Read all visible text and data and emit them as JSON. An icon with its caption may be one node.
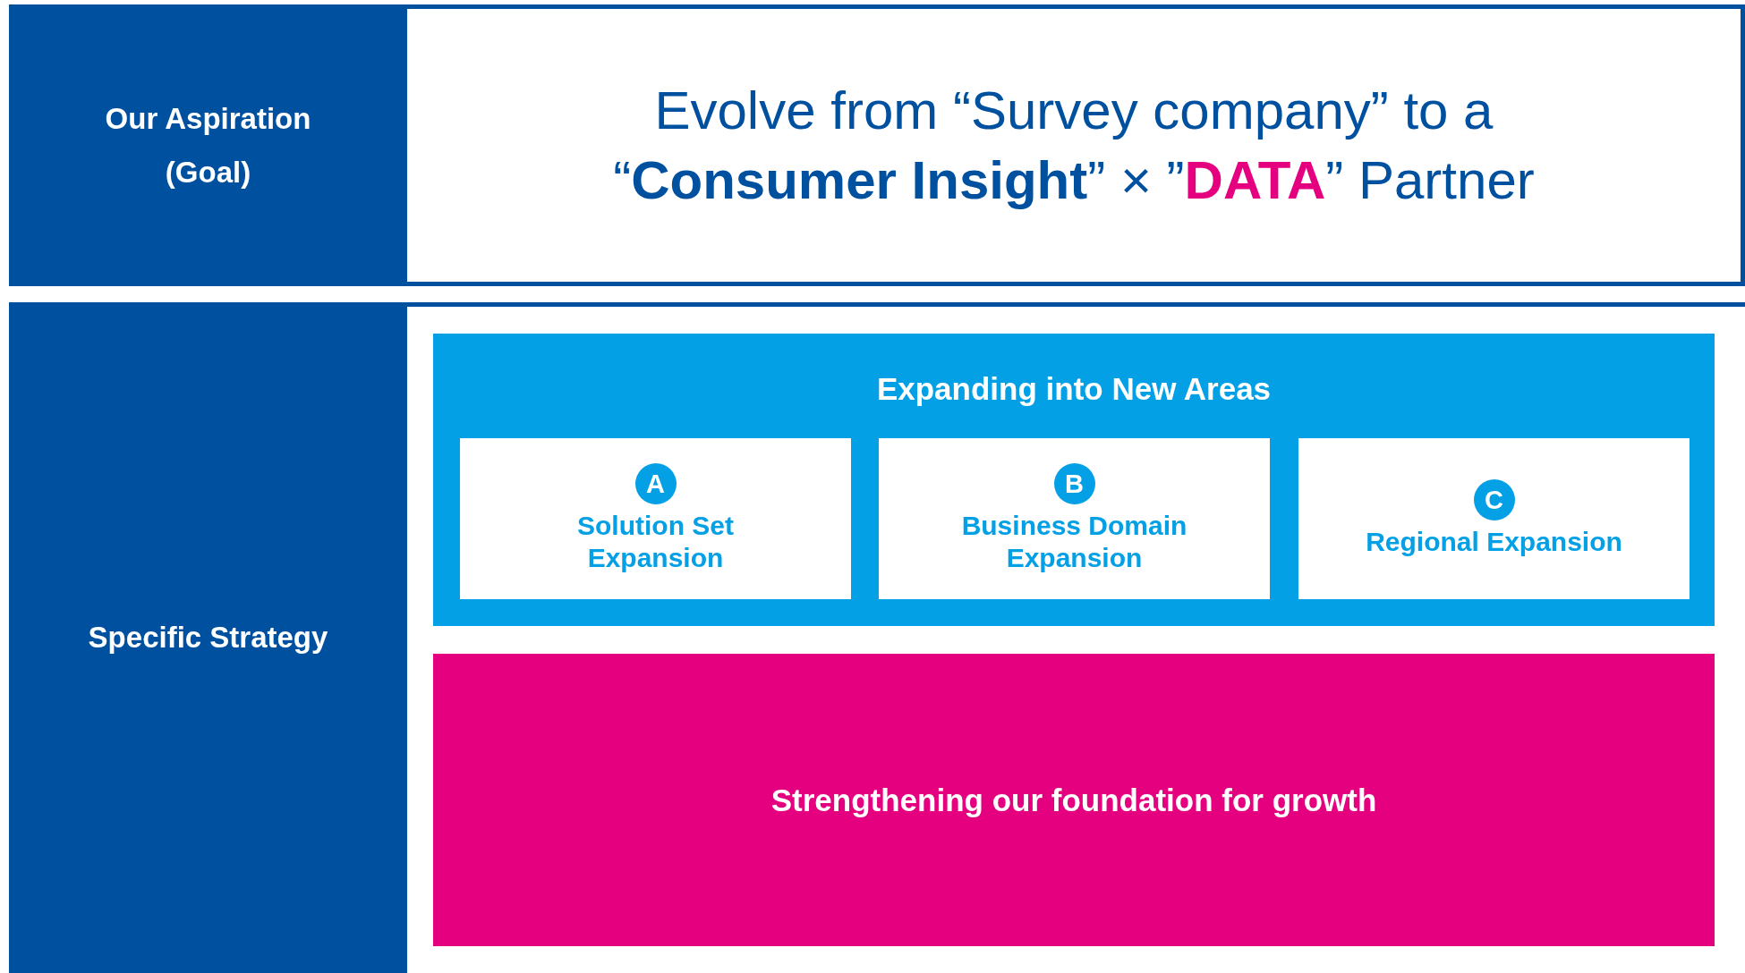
{
  "diagram": {
    "nodes": [
      {
        "text": [
          "Our Aspiration (Goal)"
        ]
      },
      {
        "text": [
          "Evolve from “Survey company” to a “**Consumer Insight**” × ”**DATA**” Partner"
        ]
      },
      {
        "text": [
          "Specific Strategy"
        ]
      },
      {
        "text": [
          "Expanding into New Areas"
        ]
      },
      {
        "text": [
          "A",
          "Solution Set Expansion"
        ],
        "in": 3
      },
      {
        "text": [
          "B",
          "Business Domain Expansion"
        ],
        "in": 3
      },
      {
        "text": [
          "C",
          "Regional Expansion"
        ],
        "in": 3
      },
      {
        "text": [
          "Strengthening our foundation for growth"
        ]
      }
    ]
  }
}
